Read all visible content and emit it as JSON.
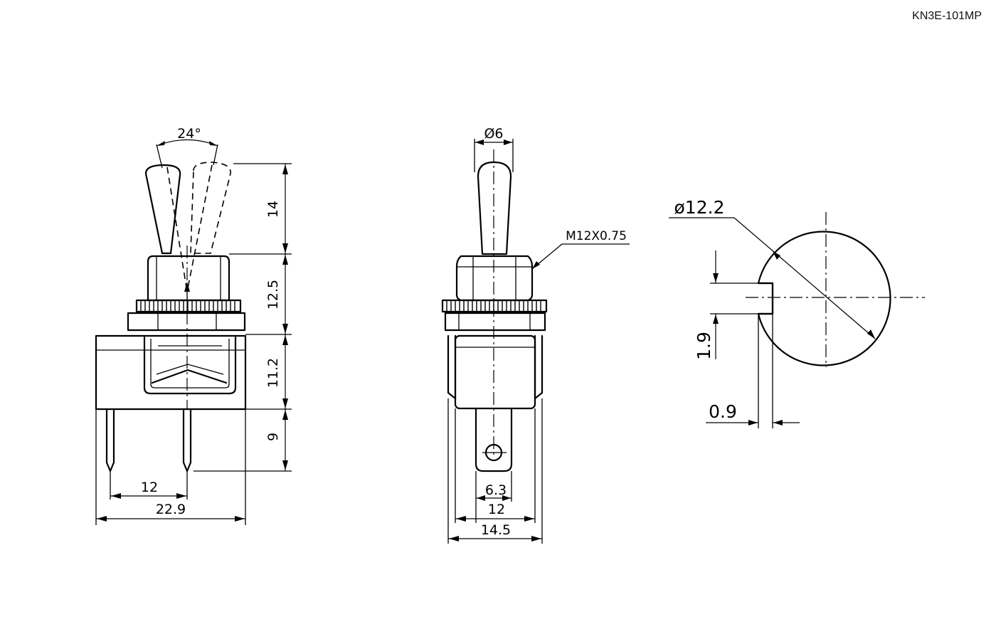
{
  "model": "KN3E-101MP",
  "views": {
    "front": {
      "angle": "24°",
      "dims": {
        "lever_height": "14",
        "bushing_height": "12.5",
        "body_height": "11.2",
        "terminal_length": "9",
        "terminal_spacing": "12",
        "body_width": "22.9"
      }
    },
    "side": {
      "dims": {
        "lever_diameter": "Ø6",
        "thread": "M12X0.75",
        "terminal_width": "6.3",
        "inner_width": "12",
        "outer_width": "14.5"
      }
    },
    "panel_cutout": {
      "dims": {
        "diameter": "ø12.2",
        "keyway_height": "1.9",
        "keyway_depth": "0.9"
      }
    }
  }
}
